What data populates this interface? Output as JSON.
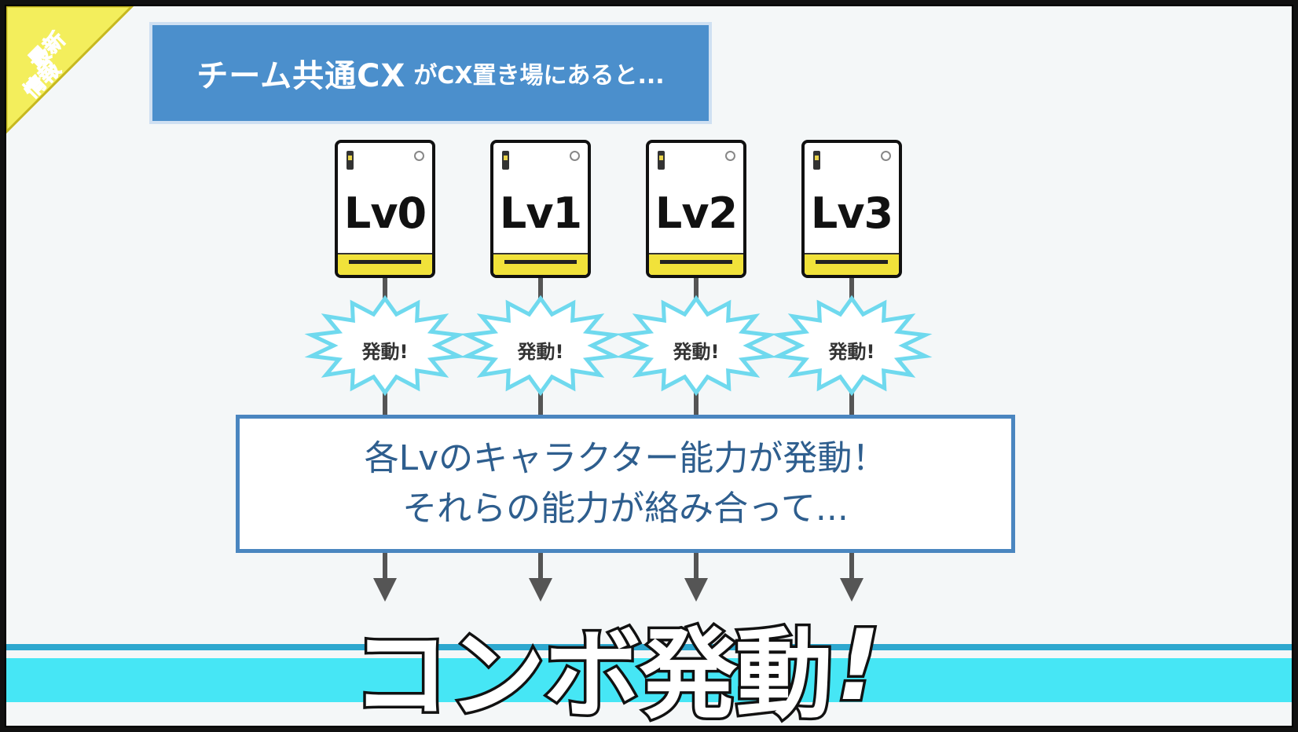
{
  "title": {
    "main": "チーム共通CX",
    "sub": "がCX置き場にあると..."
  },
  "corner_badge": {
    "text_top": "最新",
    "text_bottom": "情報",
    "icon": "yellow-corner-ribbon"
  },
  "cards": [
    {
      "label": "Lv0",
      "trigger": "発動!"
    },
    {
      "label": "Lv1",
      "trigger": "発動!"
    },
    {
      "label": "Lv2",
      "trigger": "発動!"
    },
    {
      "label": "Lv3",
      "trigger": "発動!"
    }
  ],
  "message": {
    "line1": "各Lvのキャラクター能力が発動！",
    "line2": "それらの能力が絡み合って..."
  },
  "combo": {
    "text": "コンボ発動",
    "mark": "!"
  },
  "colors": {
    "title_bg": "#4b8fcc",
    "box_border": "#4a86c0",
    "burst_stroke": "#6fd9ee",
    "band": "#46e6f5",
    "card_strip": "#f1e23a",
    "connector": "#555555"
  }
}
